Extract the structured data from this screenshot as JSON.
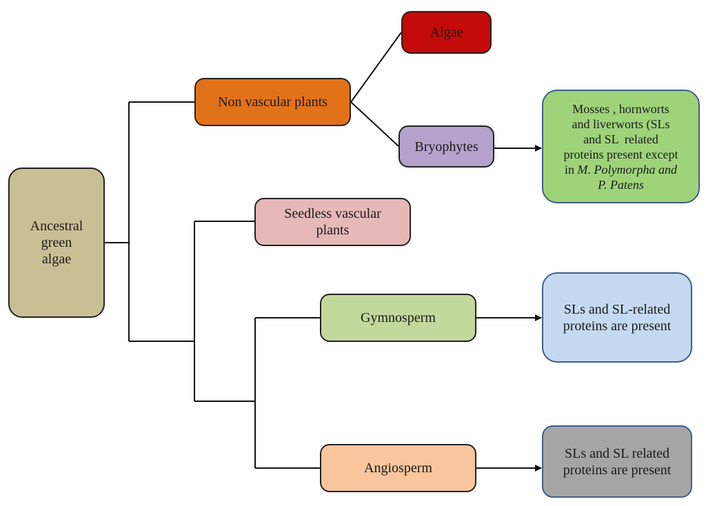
{
  "nodes": {
    "root": "Ancestral green algae",
    "non_vascular": "Non vascular plants",
    "algae": "Algae",
    "bryophytes": "Bryophytes",
    "seedless_vascular": "Seedless vascular plants",
    "gymnosperm": "Gymnosperm",
    "angiosperm": "Angiosperm"
  },
  "notes": {
    "bryophytes": {
      "line1": "Mosses , hornworts",
      "line2": "and liverworts (SLs",
      "line3": "and SL  related",
      "line4": "proteins present except",
      "line5_prefix": "in ",
      "line5_italic": "M. Polymorpha and",
      "line6_italic": "P. Patens"
    },
    "gymnosperm": "SLs and SL-related proteins are present",
    "angiosperm": "SLs and SL related proteins are present"
  },
  "colors": {
    "root": "#c9bf94",
    "non_vascular": "#e2721a",
    "algae": "#c40a0a",
    "bryophytes": "#b4a2cc",
    "seedless_vascular": "#e6b8b8",
    "gymnosperm": "#c3d89b",
    "angiosperm": "#f8c59c",
    "note_bryophytes": "#9fd37a",
    "note_gymnosperm": "#c5d9f0",
    "note_angiosperm": "#a5a5a5"
  }
}
